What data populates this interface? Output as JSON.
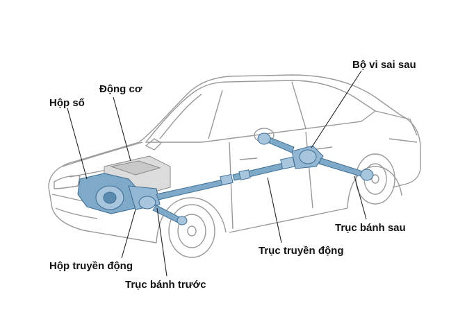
{
  "labels": {
    "gearbox": "Hộp số",
    "engine": "Động cơ",
    "rear_differential": "Bộ vi sai sau",
    "rear_axle": "Trục bánh sau",
    "drive_shaft": "Trục truyền động",
    "transfer_case": "Hộp truyền động",
    "front_axle": "Trục bánh trước"
  },
  "colors": {
    "outline": "#9a9a9a",
    "drivetrain": "#7fa9c8",
    "drivetrain_dark": "#3f6f95",
    "leader": "#222222"
  }
}
